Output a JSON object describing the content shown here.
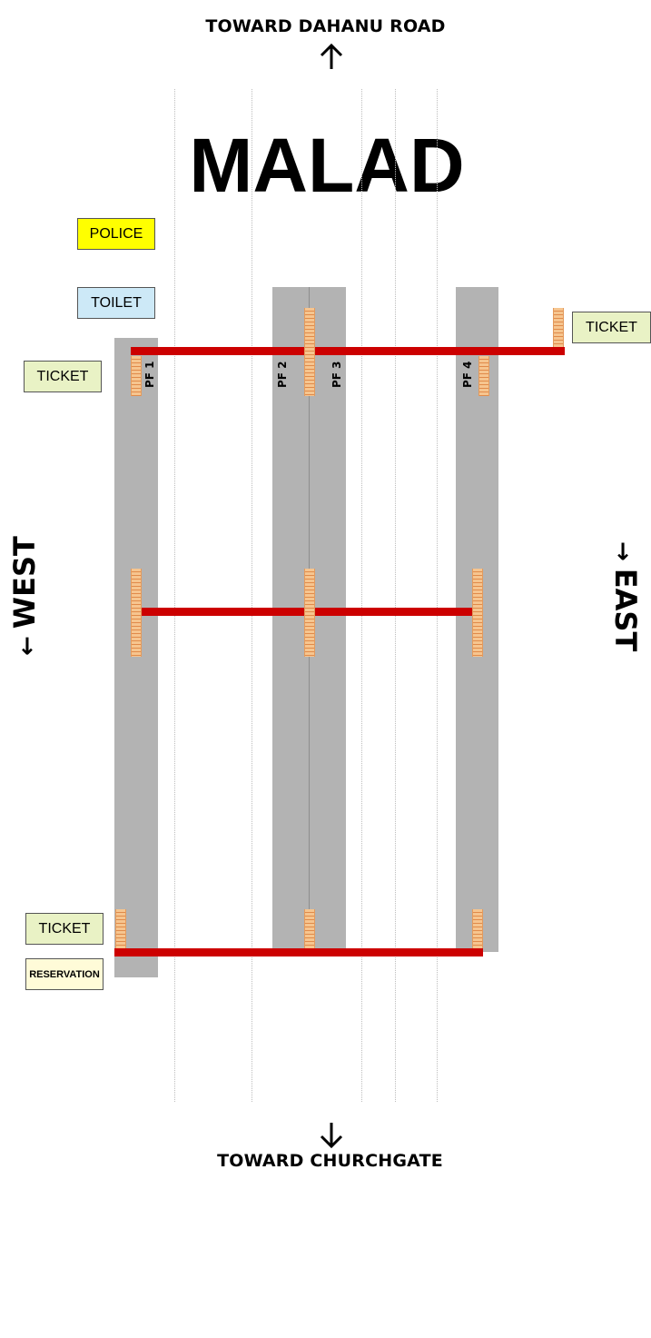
{
  "direction_north": "TOWARD DAHANU ROAD",
  "direction_south": "TOWARD CHURCHGATE",
  "station_name": "MALAD",
  "side_west": "WEST",
  "side_east": "EAST",
  "platforms": [
    "PF 1",
    "PF 2",
    "PF 3",
    "PF 4"
  ],
  "facilities": {
    "police": "POLICE",
    "toilet": "TOILET",
    "ticket_west_north": "TICKET",
    "ticket_east": "TICKET",
    "ticket_west_south": "TICKET",
    "reservation": "RESERVATION"
  },
  "icons": {
    "up_arrow": "arrow-up-icon",
    "down_arrow": "arrow-down-icon",
    "west_arrow": "arrow-left-icon",
    "east_arrow": "arrow-right-icon"
  },
  "colors": {
    "platform": "#b3b3b3",
    "footbridge": "#cc0000",
    "stairs": "#f6c58f",
    "police": "#ffff00",
    "toilet": "#cde9f7",
    "ticket": "#e9f2c5",
    "reservation": "#fffbd8"
  }
}
